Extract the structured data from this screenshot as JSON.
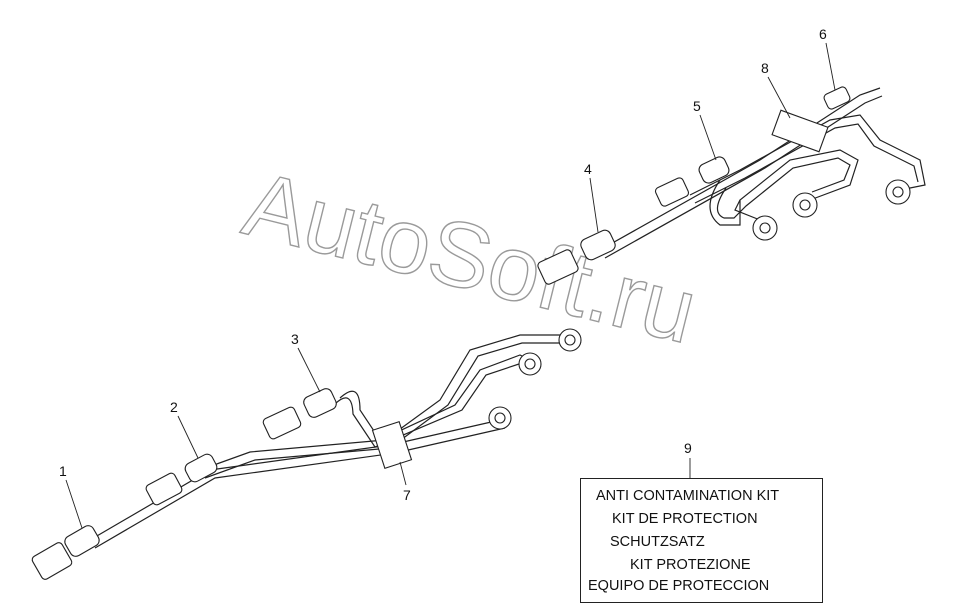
{
  "watermark": "AutoSoft.ru",
  "callouts": [
    "1",
    "2",
    "3",
    "4",
    "5",
    "6",
    "7",
    "8",
    "9"
  ],
  "kit_box": {
    "lines": [
      "ANTI CONTAMINATION KIT",
      "KIT DE PROTECTION",
      "SCHUTZSATZ",
      "KIT PROTEZIONE",
      "EQUIPO DE PROTECCION"
    ]
  }
}
